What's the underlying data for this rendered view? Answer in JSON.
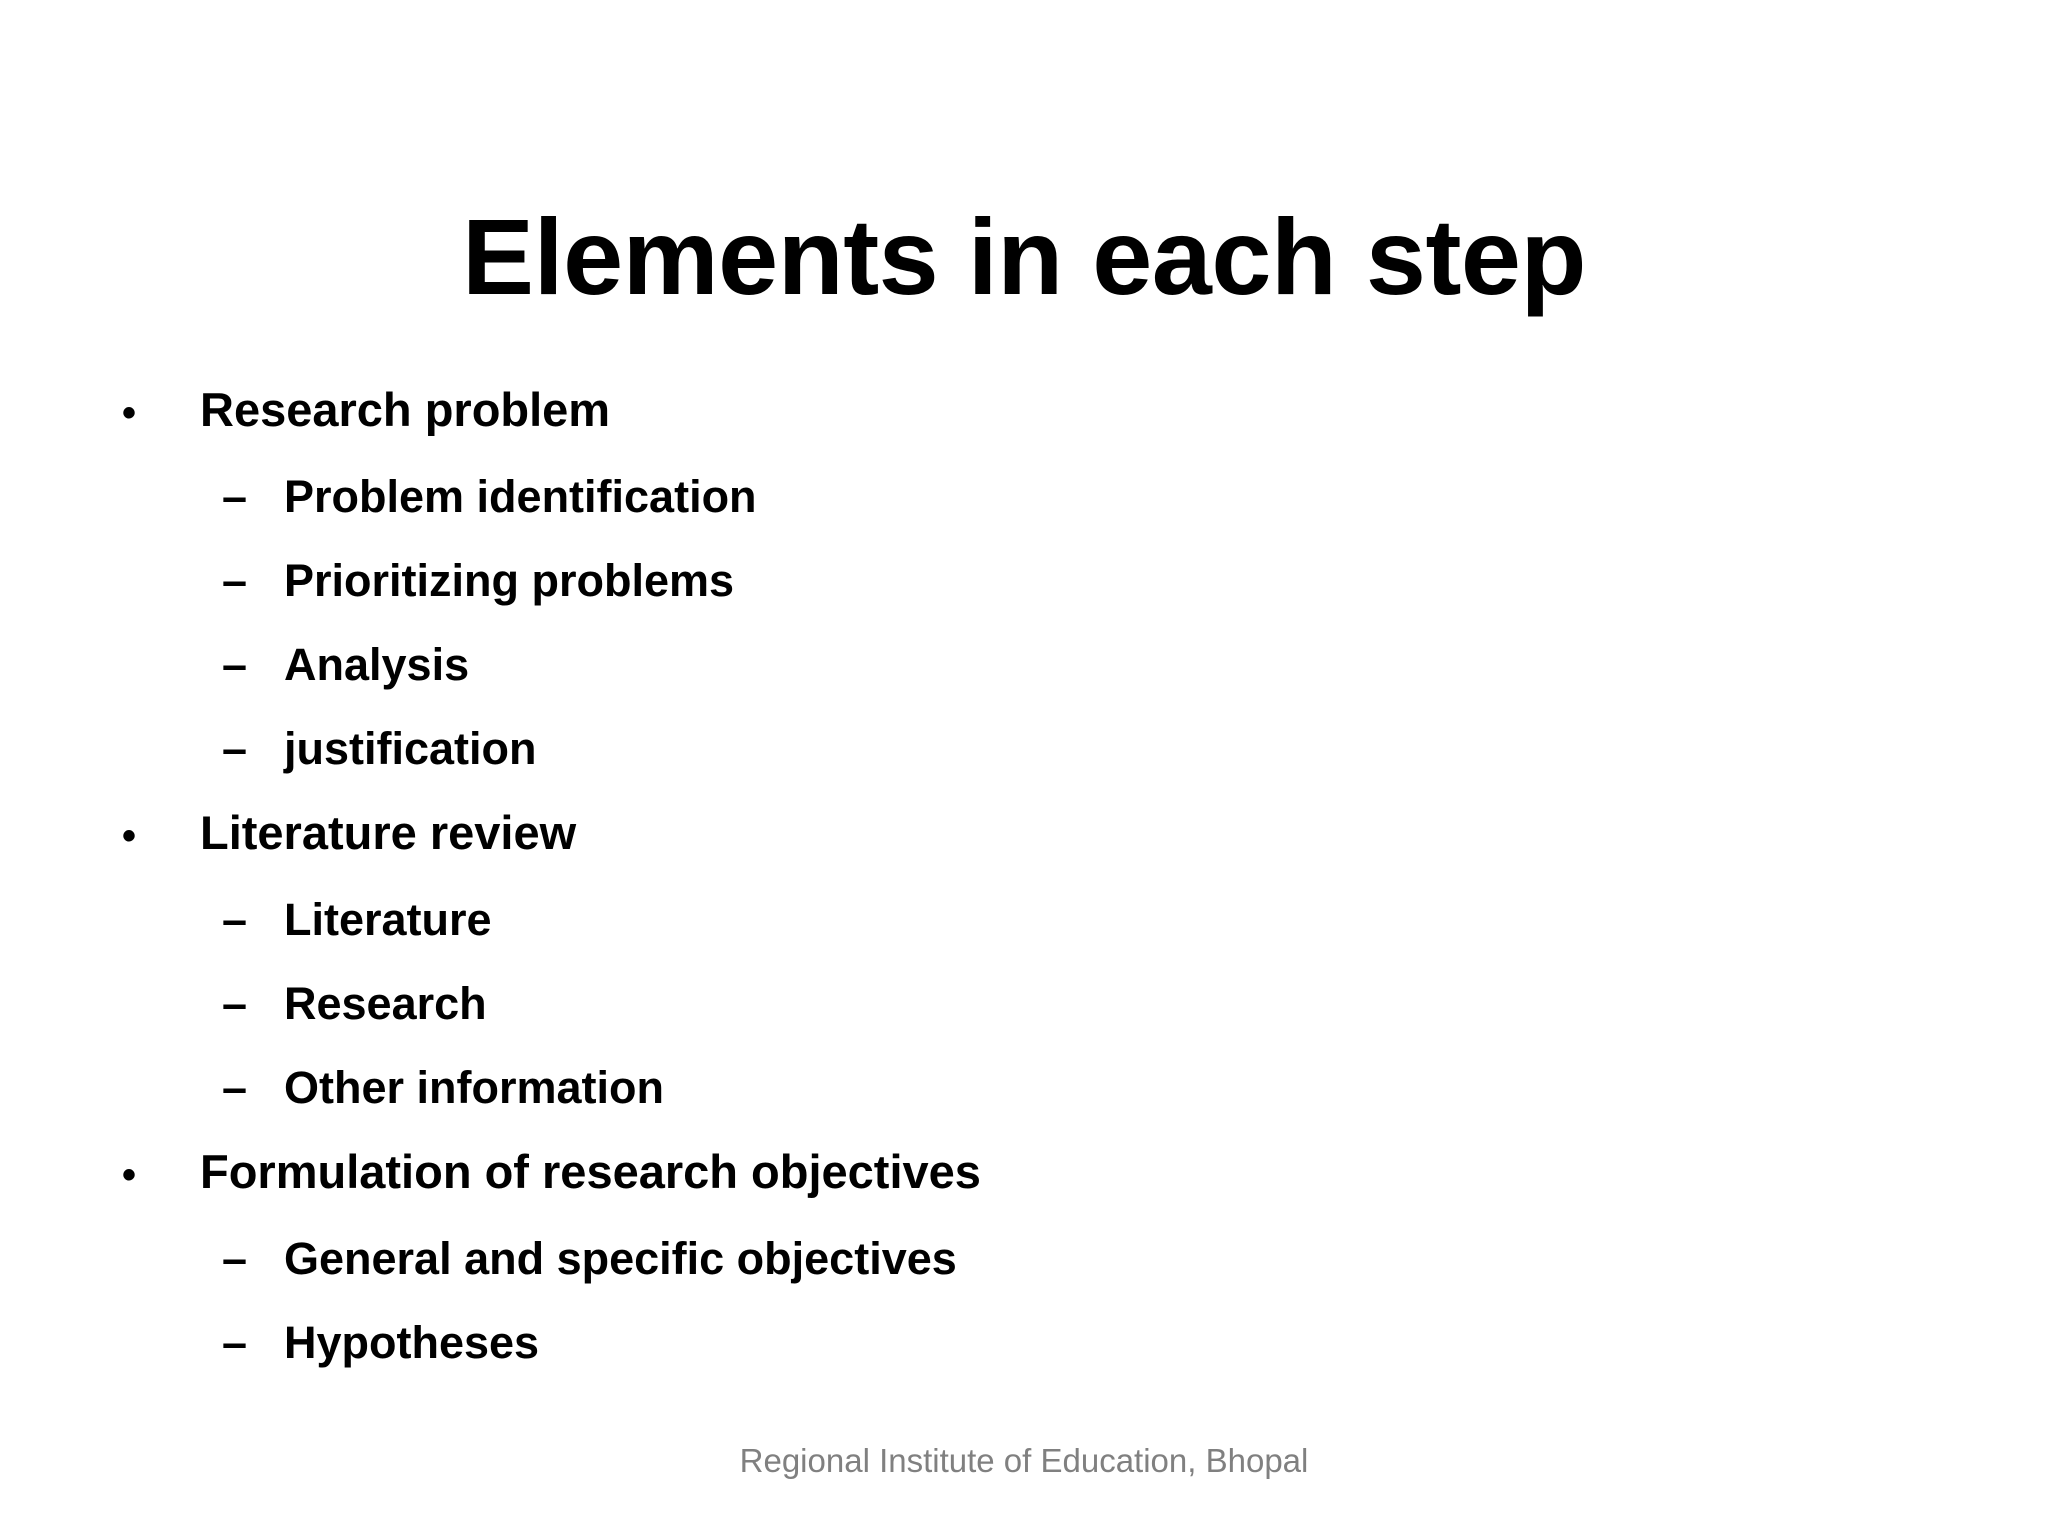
{
  "slide": {
    "title": "Elements in each step",
    "background_color": "#ffffff",
    "text_color": "#000000",
    "footer_color": "#808080"
  },
  "markers": {
    "level_1": "•",
    "level_2": "–"
  },
  "body": {
    "items": [
      {
        "level": 1,
        "text": "Research problem"
      },
      {
        "level": 2,
        "text": "Problem identification"
      },
      {
        "level": 2,
        "text": "Prioritizing problems"
      },
      {
        "level": 2,
        "text": "Analysis"
      },
      {
        "level": 2,
        "text": "justification"
      },
      {
        "level": 1,
        "text": "Literature review"
      },
      {
        "level": 2,
        "text": "Literature"
      },
      {
        "level": 2,
        "text": "Research"
      },
      {
        "level": 2,
        "text": "Other information"
      },
      {
        "level": 1,
        "text": "Formulation of research objectives"
      },
      {
        "level": 2,
        "text": "General and specific objectives"
      },
      {
        "level": 2,
        "text": "Hypotheses"
      }
    ]
  },
  "footer": {
    "text": "Regional Institute of Education, Bhopal"
  }
}
